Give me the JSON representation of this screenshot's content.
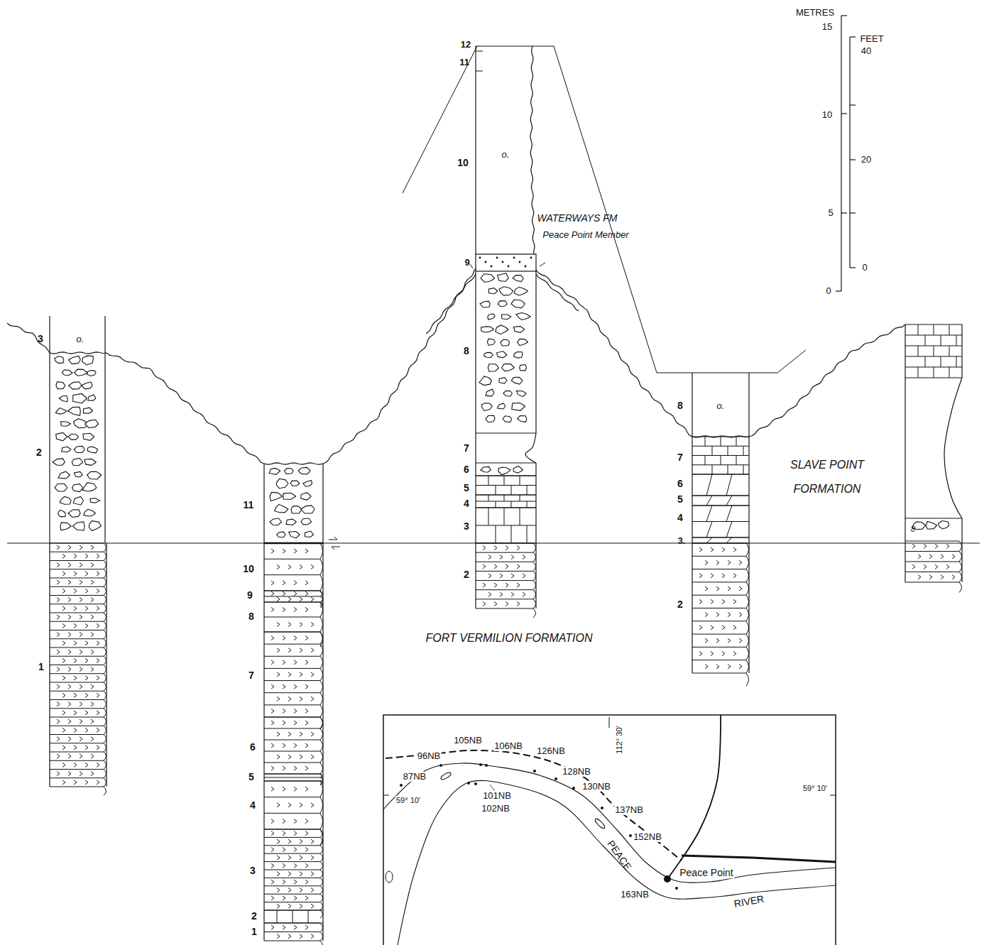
{
  "diagram": {
    "labels": [
      "3",
      "o.",
      "2",
      "1",
      "11",
      "10",
      "9",
      "8",
      "7",
      "6",
      "5",
      "4",
      "3",
      "2",
      "1",
      "12",
      "11",
      "10",
      "o.",
      "WATERWAYS FM",
      "Peace Point Member",
      "9",
      "8",
      "7",
      "6",
      "5",
      "4",
      "3",
      "2",
      "8",
      "o.",
      "7",
      "6",
      "5",
      "4",
      "3.",
      "2",
      "SLAVE POINT FORMATION",
      "8",
      "FORT VERMILION FORMATION",
      "METRES",
      "15",
      "10",
      "5",
      "0",
      "FEET",
      "40",
      "20",
      "0",
      "105NB",
      "106NB",
      "126NB",
      "96NB",
      "128NB",
      "87NB",
      "130NB",
      "101NB",
      "102NB",
      "137NB",
      "152NB",
      "Peace Point",
      "163NB",
      "PEACE",
      "RIVER",
      "112° 30′",
      "59° 10′",
      "59° 10′"
    ]
  }
}
